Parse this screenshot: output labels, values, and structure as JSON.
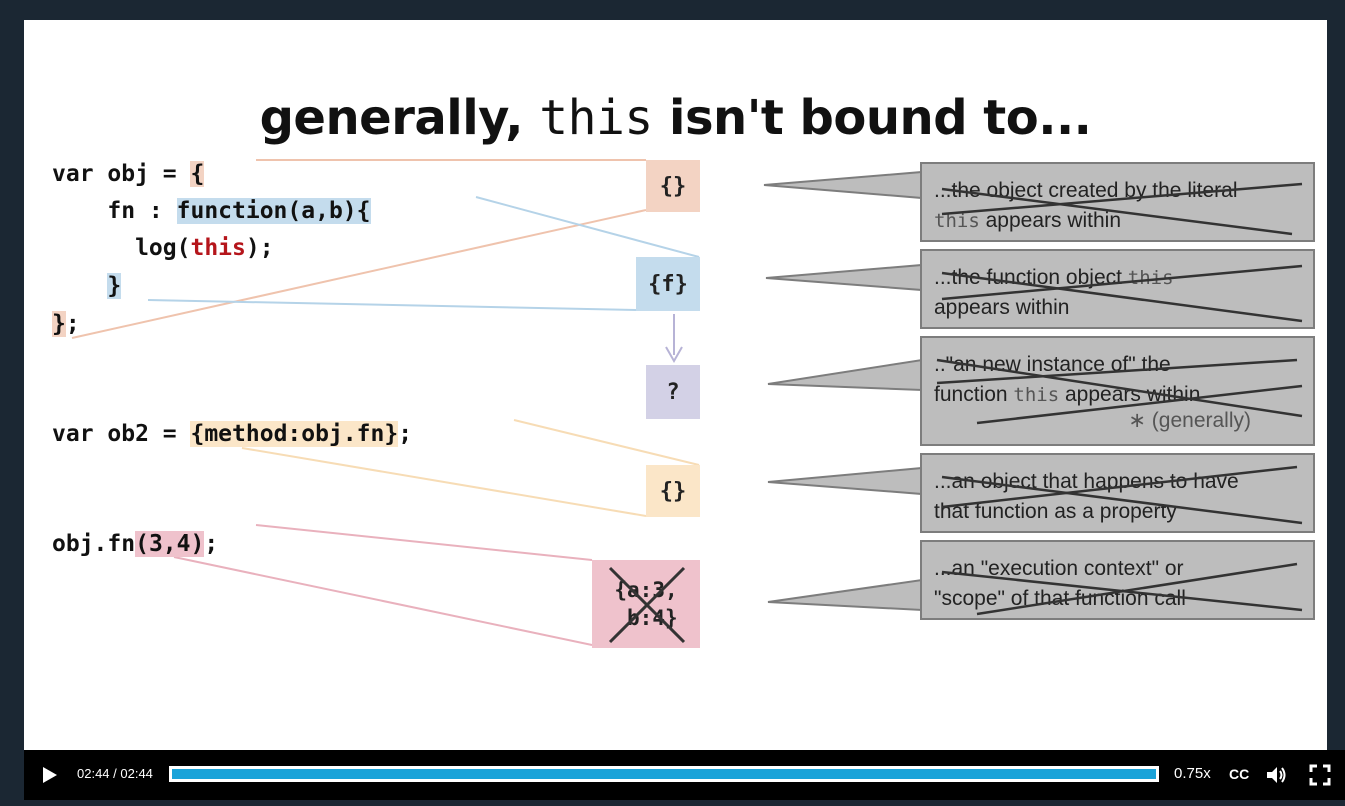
{
  "slide": {
    "title_pre": "generally, ",
    "title_code": "this",
    "title_post": " isn't bound to...",
    "code": {
      "l1_a": "var obj = ",
      "l1_brace": "{",
      "l2_a": "    fn : ",
      "l2_fn": "function(a,b){",
      "l3_a": "      log(",
      "l3_this": "this",
      "l3_b": ");",
      "l4_a": "    ",
      "l4_brace": "}",
      "l5_brace": "}",
      "l5_rest": ";",
      "l6_a": "var ob2 = ",
      "l6_obj": "{method:obj.fn}",
      "l6_rest": ";",
      "l7_a": "obj.fn",
      "l7_args": "(3,4)",
      "l7_rest": ";"
    },
    "boxes": {
      "obj": "{}",
      "fn": "{f}",
      "new_instance": "?",
      "ob2": "{}",
      "scope_line1": "{a:3,",
      "scope_line2": " b:4}"
    },
    "notes": [
      {
        "pre": "...the object created by the literal",
        "mono": "this",
        "post": " appears within"
      },
      {
        "pre": "...the function object ",
        "mono": "this",
        "post": "appears within"
      },
      {
        "pre": "..\"an new instance of\" the",
        "pre2": "function ",
        "mono": "this",
        "post": " appears within",
        "star": "∗ (generally)"
      },
      {
        "pre": "...an object that happens to have",
        "post": "that function as a property"
      },
      {
        "pre": "...an \"execution context\" or",
        "post": "\"scope\" of that function call"
      }
    ],
    "colors": {
      "orange": "#f3d3c3",
      "blue": "#c4dced",
      "lavender": "#d3d1e6",
      "yellow": "#fbe6c8",
      "pink": "#efc2cc",
      "red_keyword": "#b5151b",
      "note_bg": "#bdbdbd"
    }
  },
  "controls": {
    "time": "02:44 / 02:44",
    "progress": 1.0,
    "speed": "0.75x",
    "cc": "CC",
    "icons": [
      "play-icon",
      "volume-icon",
      "fullscreen-icon"
    ]
  }
}
